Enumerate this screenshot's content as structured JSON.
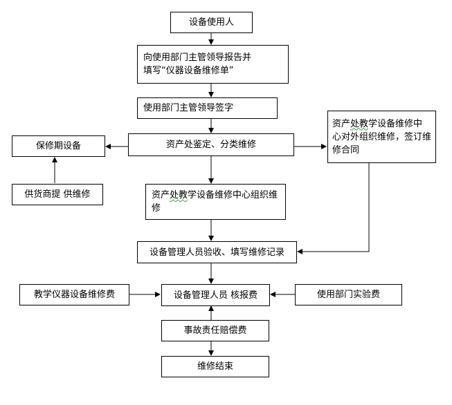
{
  "nodes": {
    "user": "设备使用人",
    "report_line1": "向使用部门主管领导报告并",
    "report_line2": "填写“仪器设备维修单”",
    "sign": "使用部门主管领导签字",
    "assess": "资产处鉴定、分类维修",
    "warranty": "保修期设备",
    "supplier": "供货商提 供维修",
    "external_pre": "资产",
    "external_mark": "处教",
    "external_post": "学设备维修中心对外组织维修，签订维修合同",
    "internal_pre": "资产",
    "internal_mark": "处教",
    "internal_post": "学设备维修中心组织维修",
    "accept": "设备管理人员验收、填写维修记录",
    "teaching_fee": "教学仪器设备维修费",
    "reimburse": "设备管理人员 核报费",
    "dept_fee": "使用部门实验费",
    "accident_fee": "事故责任赔偿费",
    "end": "维修结束"
  },
  "colors": {
    "stroke": "#000000",
    "text": "#000000",
    "background": "#ffffff",
    "spellcheck_underline": "#3aa03a"
  }
}
